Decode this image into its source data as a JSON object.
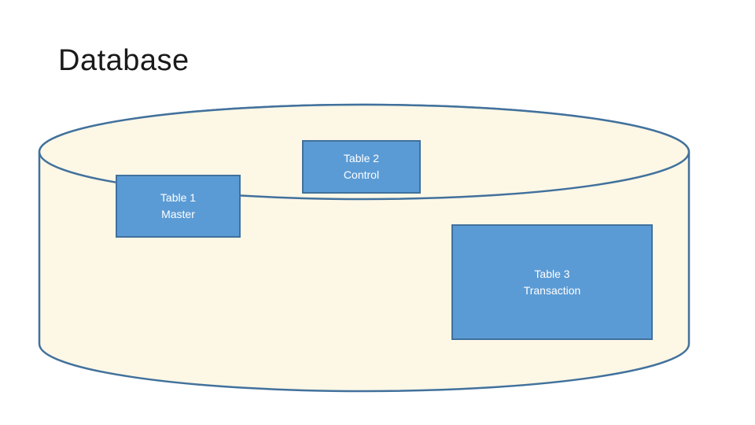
{
  "title": "Database",
  "colors": {
    "cylinder_fill": "#fdf7e6",
    "cylinder_stroke": "#41719c",
    "box_fill": "#5b9bd5",
    "box_stroke": "#41719c",
    "box_text": "#ffffff"
  },
  "tables": {
    "control": {
      "name": "Table 2",
      "role": "Control"
    },
    "master": {
      "name": "Table 1",
      "role": "Master"
    },
    "transaction": {
      "name": "Table 3",
      "role": "Transaction"
    }
  }
}
